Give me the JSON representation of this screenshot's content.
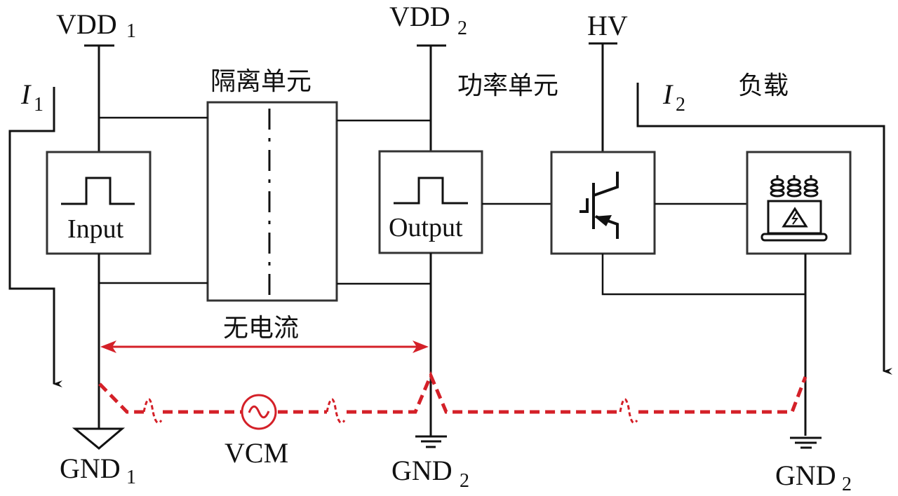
{
  "diagram": {
    "title_labels": {
      "isolation_unit": "隔离单元",
      "power_unit": "功率单元",
      "load": "负载",
      "no_current": "无电流"
    },
    "supplies": [
      {
        "id": "vdd1",
        "text": "VDD",
        "subscript": "1"
      },
      {
        "id": "vdd2",
        "text": "VDD",
        "subscript": "2"
      },
      {
        "id": "hv",
        "text": "HV",
        "subscript": ""
      }
    ],
    "grounds": [
      {
        "id": "gnd1",
        "text": "GND",
        "subscript": "1",
        "symbol": "triangle-ground"
      },
      {
        "id": "gnd2a",
        "text": "GND",
        "subscript": "2",
        "symbol": "earth-ground"
      },
      {
        "id": "gnd2b",
        "text": "GND",
        "subscript": "2",
        "symbol": "earth-ground"
      }
    ],
    "currents": [
      {
        "id": "i1",
        "text": "I",
        "subscript": "1"
      },
      {
        "id": "i2",
        "text": "I",
        "subscript": "2"
      }
    ],
    "blocks": [
      {
        "id": "input",
        "label": "Input",
        "icon": "pulse-icon"
      },
      {
        "id": "isolation",
        "label": "",
        "icon": "isolation-barrier-icon"
      },
      {
        "id": "output",
        "label": "Output",
        "icon": "pulse-icon"
      },
      {
        "id": "igbt",
        "label": "",
        "icon": "igbt-transistor-icon"
      },
      {
        "id": "load",
        "label": "",
        "icon": "transformer-icon"
      }
    ],
    "noise_source": {
      "label": "VCM",
      "icon": "ac-source-icon"
    },
    "colors": {
      "line": "#111111",
      "noise": "#d42028"
    }
  }
}
